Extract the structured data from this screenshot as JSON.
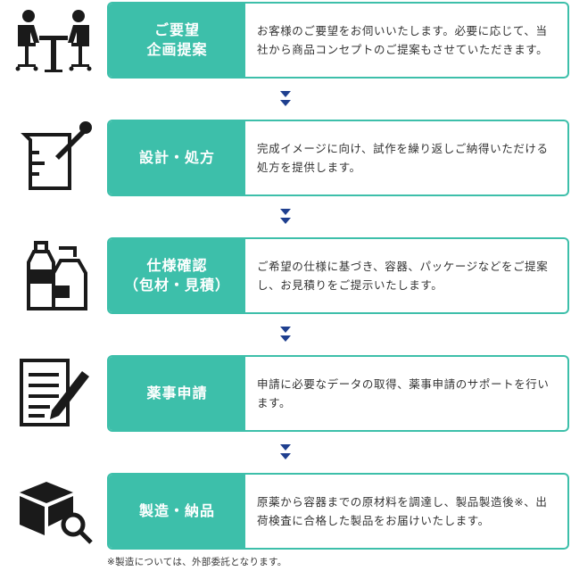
{
  "colors": {
    "accent": "#3dbfaa",
    "arrow": "#1f3f8f",
    "icon": "#1a1a1a",
    "text": "#333333"
  },
  "steps": [
    {
      "icon": "meeting-icon",
      "title_lines": [
        "ご要望",
        "企画提案"
      ],
      "description": "お客様のご要望をお伺いいたします。必要に応じて、当社から商品コンセプトのご提案もさせていただきます。"
    },
    {
      "icon": "beaker-icon",
      "title_lines": [
        "設計・処方"
      ],
      "description": "完成イメージに向け、試作を繰り返しご納得いただける処方を提供します。"
    },
    {
      "icon": "bottles-icon",
      "title_lines": [
        "仕様確認",
        "（包材・見積）"
      ],
      "description": "ご希望の仕様に基づき、容器、パッケージなどをご提案し、お見積りをご提示いたします。"
    },
    {
      "icon": "document-pen-icon",
      "title_lines": [
        "薬事申請"
      ],
      "description": "申請に必要なデータの取得、薬事申請のサポートを行います。"
    },
    {
      "icon": "box-inspect-icon",
      "title_lines": [
        "製造・納品"
      ],
      "description": "原薬から容器までの原材料を調達し、製品製造後※、出荷検査に合格した製品をお届けいたします。"
    }
  ],
  "footnote": "※製造については、外部委託となります。"
}
